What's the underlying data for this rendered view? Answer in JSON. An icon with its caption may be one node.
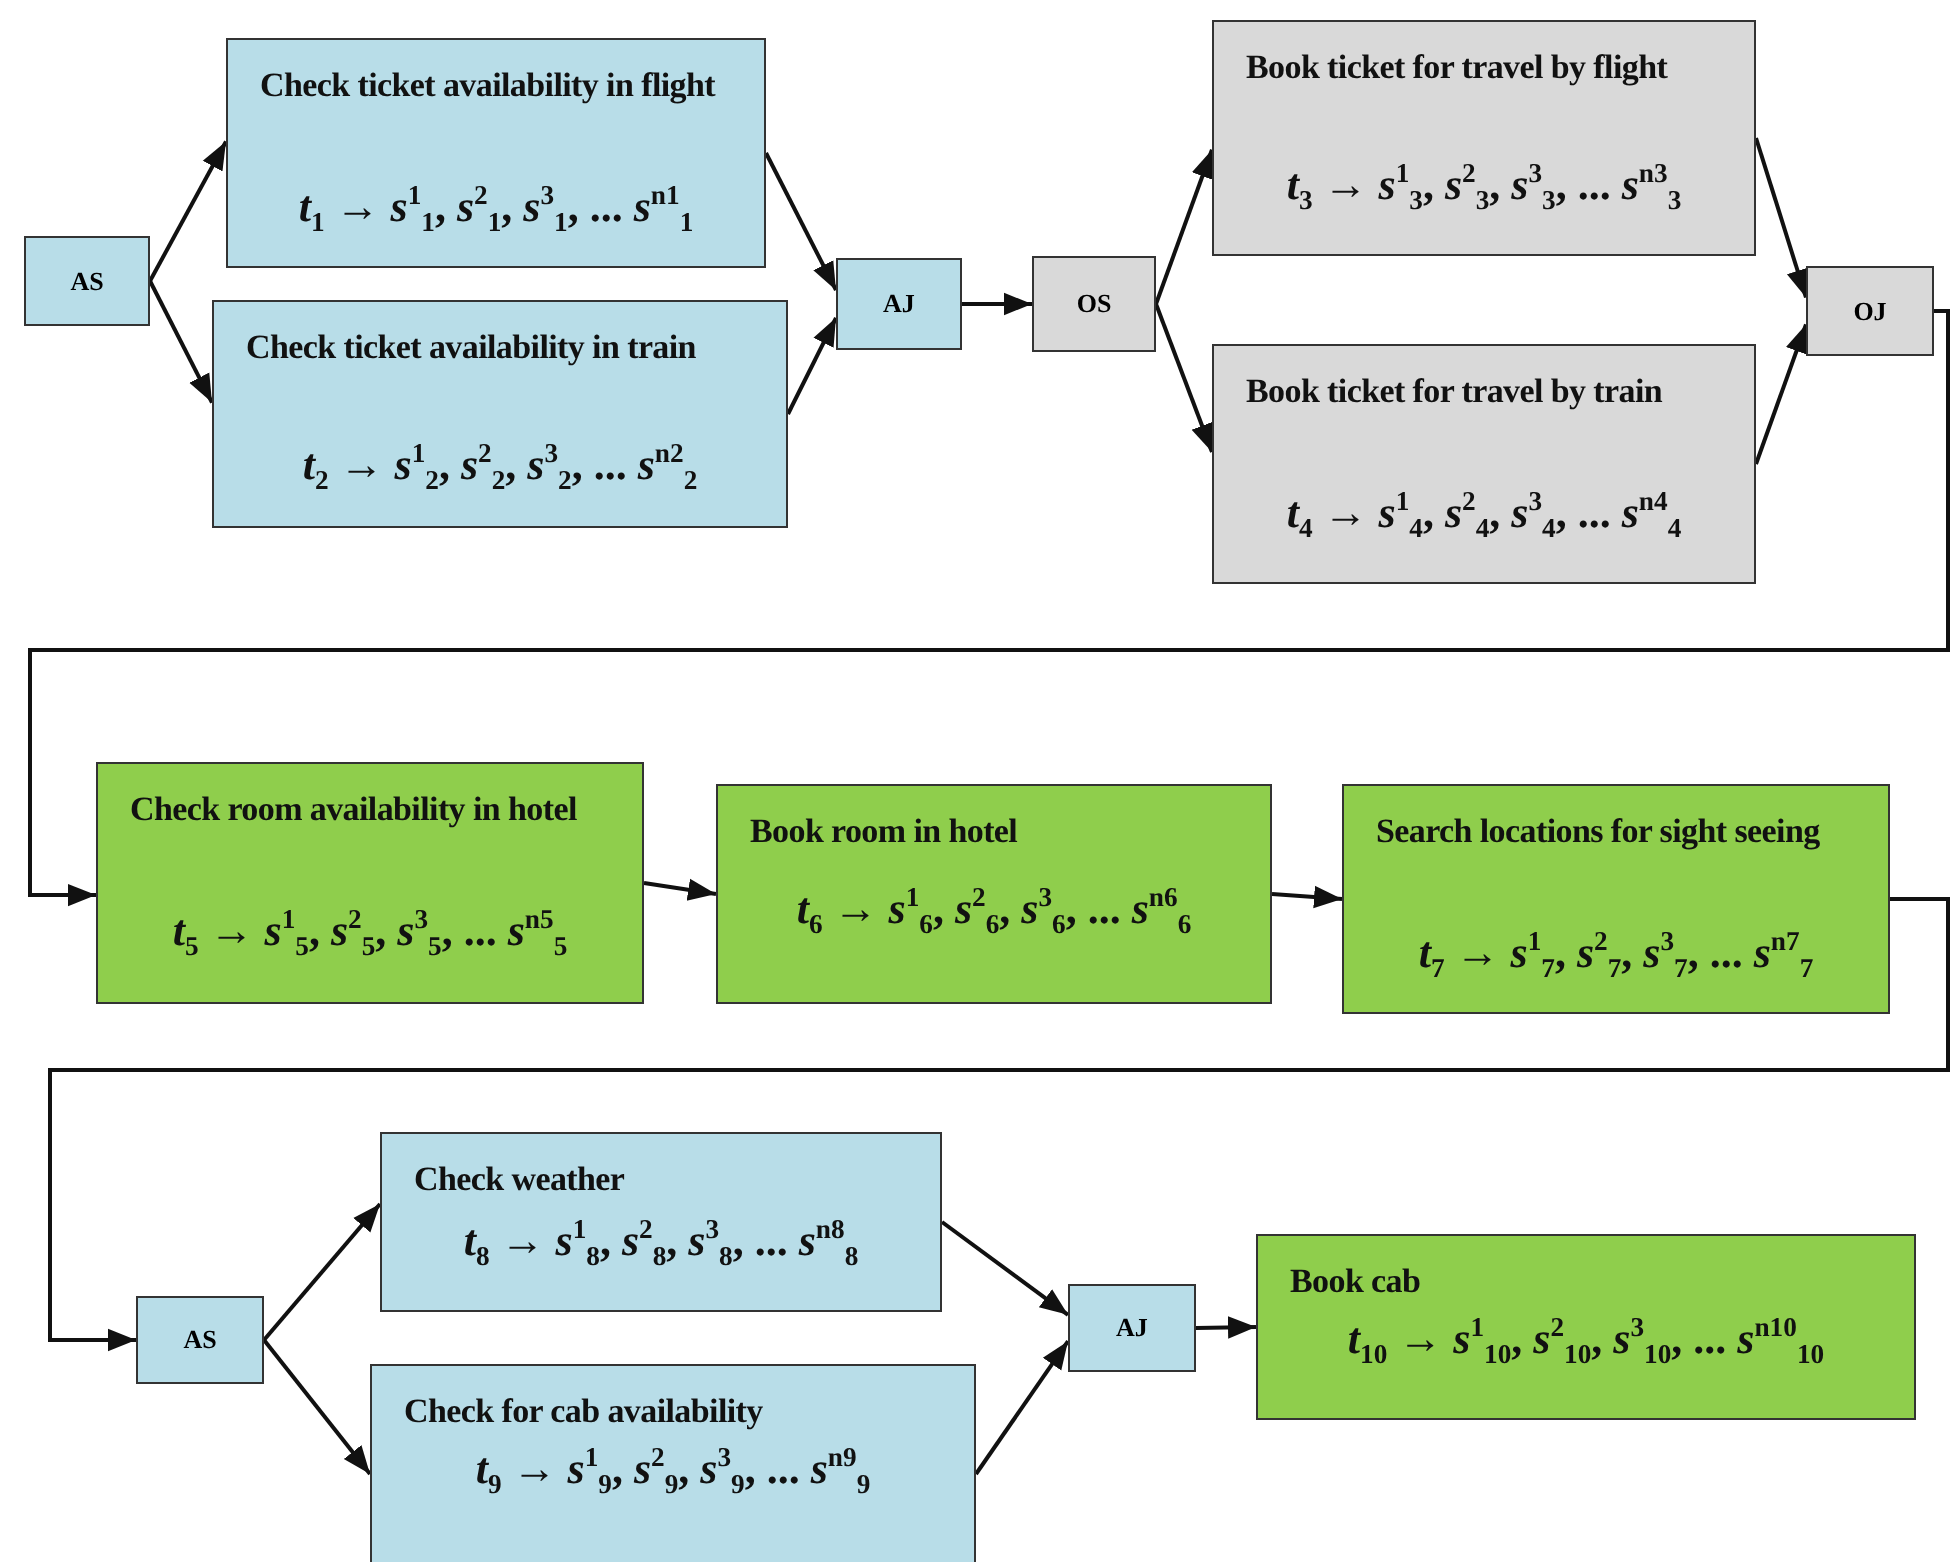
{
  "diagram": {
    "nodes": [
      {
        "text": [
          "AS"
        ]
      },
      {
        "text": [
          "Check ticket availability in flight",
          "*t*$_{1}$ → *s*$^{1}$$_{1}$, *s*$^{2}$$_{1}$, *s*$^{3}$$_{1}$, ... *s*$^{n1}$$_{1}$"
        ]
      },
      {
        "text": [
          "Check ticket availability in train",
          "*t*$_{2}$ → *s*$^{1}$$_{2}$, *s*$^{2}$$_{2}$, *s*$^{3}$$_{2}$, ... *s*$^{n2}$$_{2}$"
        ]
      },
      {
        "text": [
          "AJ"
        ]
      },
      {
        "text": [
          "OS"
        ]
      },
      {
        "text": [
          "Book ticket for travel by flight",
          "*t*$_{3}$ → *s*$^{1}$$_{3}$, *s*$^{2}$$_{3}$, *s*$^{3}$$_{3}$, ... *s*$^{n3}$$_{3}$"
        ]
      },
      {
        "text": [
          "Book ticket for travel by train",
          "*t*$_{4}$ → *s*$^{1}$$_{4}$, *s*$^{2}$$_{4}$, *s*$^{3}$$_{4}$, ... *s*$^{n4}$$_{4}$"
        ]
      },
      {
        "text": [
          "OJ"
        ]
      },
      {
        "text": [
          "Check room availability in hotel",
          "*t*$_{5}$ → *s*$^{1}$$_{5}$, *s*$^{2}$$_{5}$, *s*$^{3}$$_{5}$, ... *s*$^{n5}$$_{5}$"
        ]
      },
      {
        "text": [
          "Book room in hotel",
          "*t*$_{6}$ → *s*$^{1}$$_{6}$, *s*$^{2}$$_{6}$, *s*$^{3}$$_{6}$, ... *s*$^{n6}$$_{6}$"
        ]
      },
      {
        "text": [
          "Search locations for sight seeing",
          "*t*$_{7}$ → *s*$^{1}$$_{7}$, *s*$^{2}$$_{7}$, *s*$^{3}$$_{7}$, ... *s*$^{n7}$$_{7}$"
        ]
      },
      {
        "text": [
          "AS"
        ]
      },
      {
        "text": [
          "Check weather",
          "*t*$_{8}$ → *s*$^{1}$$_{8}$, *s*$^{2}$$_{8}$, *s*$^{3}$$_{8}$, ... *s*$^{n8}$$_{8}$"
        ]
      },
      {
        "text": [
          "Check for cab availability",
          "*t*$_{9}$ → *s*$^{1}$$_{9}$, *s*$^{2}$$_{9}$, *s*$^{3}$$_{9}$, ... *s*$^{n9}$$_{9}$"
        ]
      },
      {
        "text": [
          "AJ"
        ]
      },
      {
        "text": [
          "Book cab",
          "*t*$_{10}$ → *s*$^{1}$$_{10}$, *s*$^{2}$$_{10}$, *s*$^{3}$$_{10}$, ... *s*$^{n10}$$_{10}$"
        ]
      }
    ],
    "edges": [
      {
        "from": 0,
        "to": 1,
        "arrow": "to"
      },
      {
        "from": 0,
        "to": 2,
        "arrow": "to"
      },
      {
        "from": 1,
        "to": 3,
        "arrow": "to"
      },
      {
        "from": 2,
        "to": 3,
        "arrow": "to"
      },
      {
        "from": 3,
        "to": 4,
        "arrow": "to"
      },
      {
        "from": 4,
        "to": 5,
        "arrow": "to"
      },
      {
        "from": 4,
        "to": 6,
        "arrow": "to"
      },
      {
        "from": 5,
        "to": 7,
        "arrow": "to"
      },
      {
        "from": 6,
        "to": 7,
        "arrow": "to"
      },
      {
        "from": 7,
        "to": 8,
        "arrow": "to"
      },
      {
        "from": 8,
        "to": 9,
        "arrow": "to"
      },
      {
        "from": 9,
        "to": 10,
        "arrow": "to"
      },
      {
        "from": 10,
        "to": 11,
        "arrow": "to"
      },
      {
        "from": 11,
        "to": 12,
        "arrow": "to"
      },
      {
        "from": 11,
        "to": 13,
        "arrow": "to"
      },
      {
        "from": 12,
        "to": 14,
        "arrow": "to"
      },
      {
        "from": 13,
        "to": 14,
        "arrow": "to"
      },
      {
        "from": 14,
        "to": 15,
        "arrow": "to"
      }
    ]
  }
}
